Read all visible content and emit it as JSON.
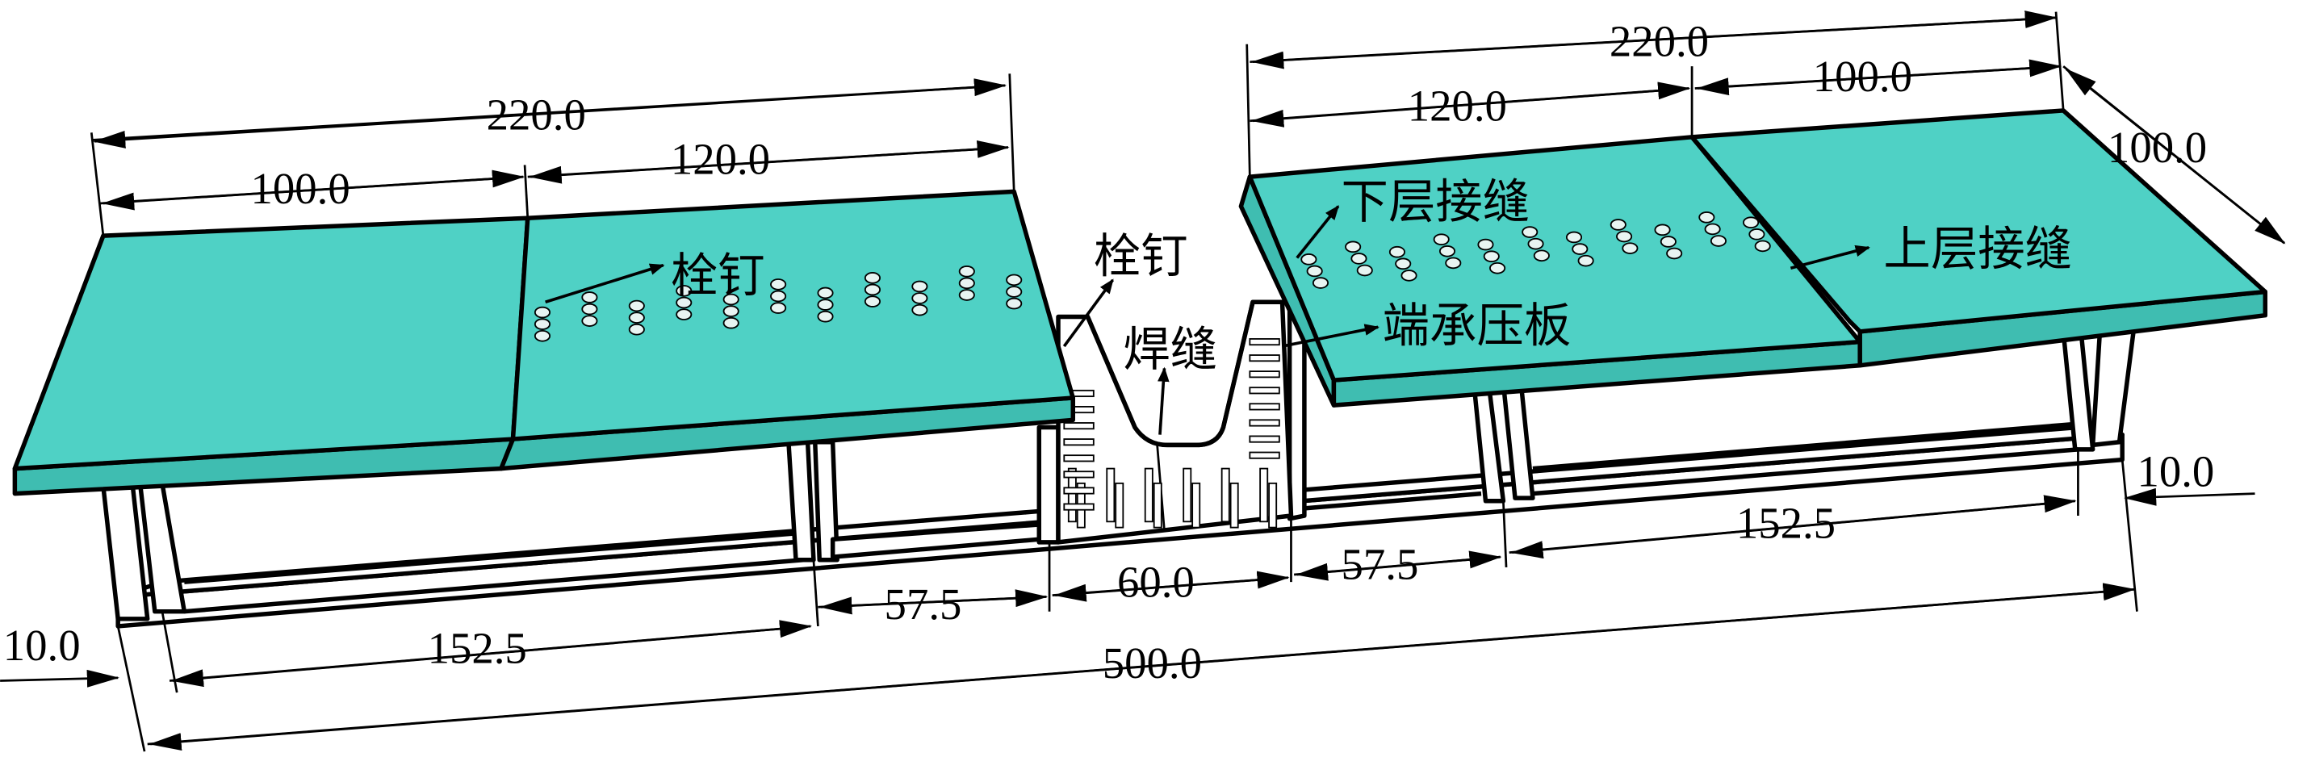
{
  "colors": {
    "concrete_slab": "#4fd1c5",
    "steel": "#ffffff",
    "line": "#000000"
  },
  "dimensions": {
    "left_total_width": "220.0",
    "left_upper_segment": "100.0",
    "left_lower_segment": "120.0",
    "right_total_width": "220.0",
    "right_lower_segment": "120.0",
    "right_upper_segment": "100.0",
    "slab_depth": "100.0",
    "left_end_offset": "10.0",
    "left_girder": "152.5",
    "left_gap": "57.5",
    "center_gap": "60.0",
    "right_gap": "57.5",
    "right_girder": "152.5",
    "right_end_offset": "10.0",
    "overall_length": "500.0"
  },
  "annotations": {
    "stud_left": "栓钉",
    "stud_center": "栓钉",
    "weld": "焊缝",
    "lower_joint": "下层接缝",
    "end_bearing_plate": "端承压板",
    "upper_joint": "上层接缝"
  }
}
